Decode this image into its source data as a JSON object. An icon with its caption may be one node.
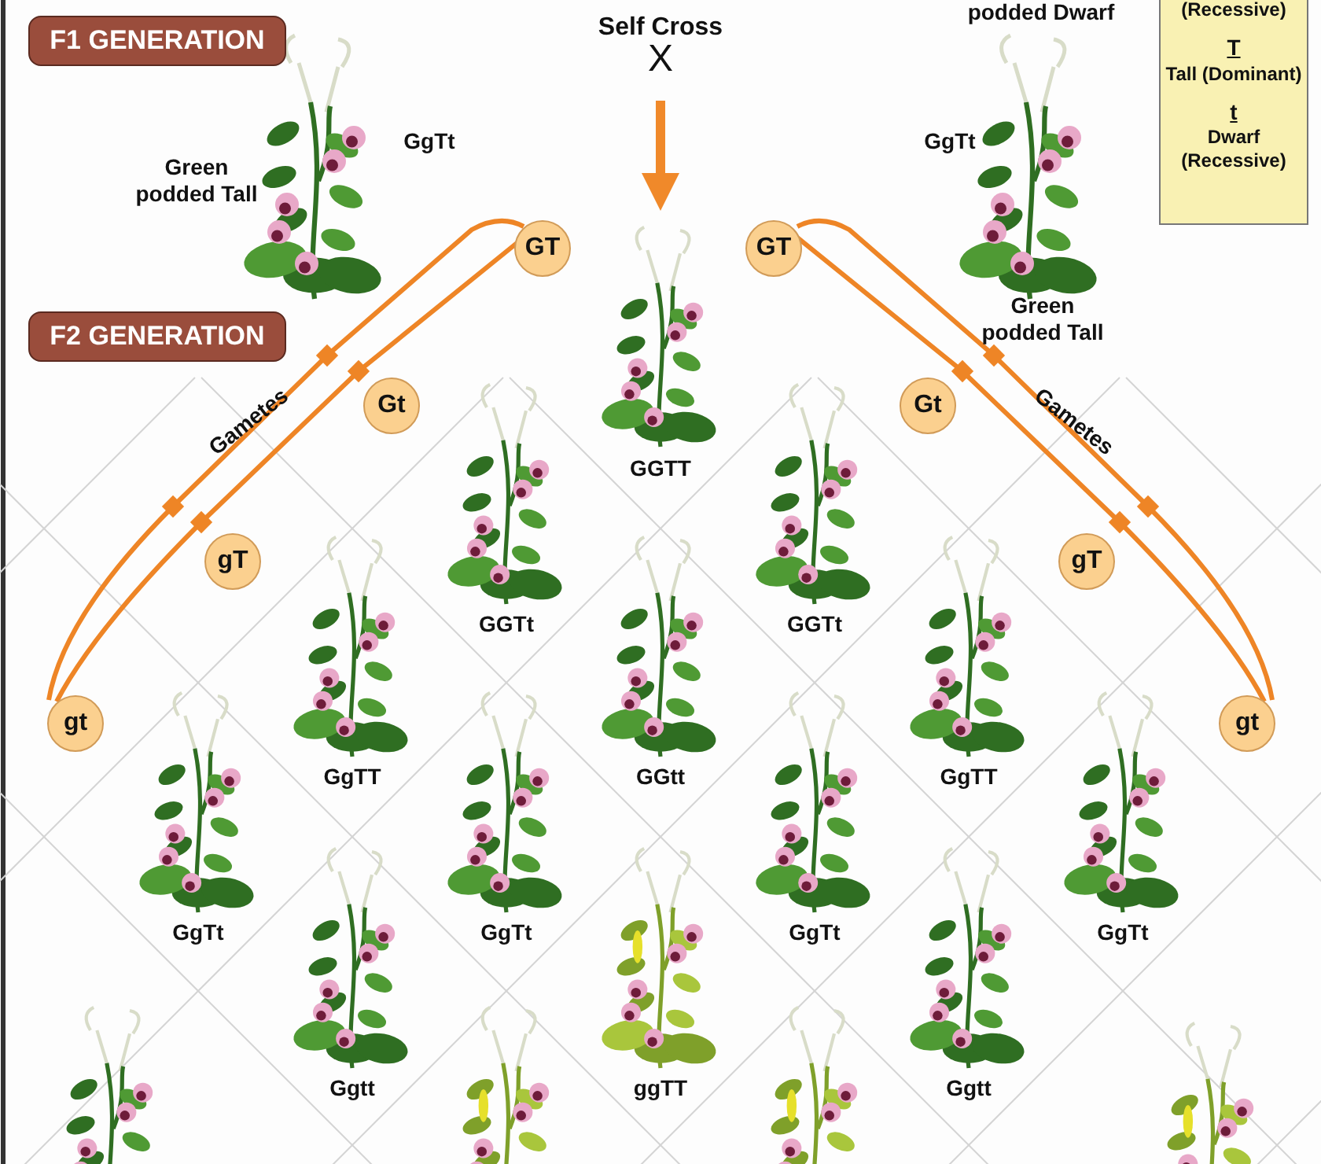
{
  "diagram": {
    "nodes": [
      {
        "text": [
          "F1 GENERATION"
        ]
      },
      {
        "text": [
          "Self Cross",
          "X"
        ]
      },
      {
        "text": [
          "(Recessive)",
          "T",
          "Tall (Dominant)",
          "t",
          "Dwarf (Recessive)"
        ]
      },
      {
        "text": [
          "GT"
        ]
      },
      {
        "text": [
          "GT"
        ]
      },
      {
        "text": [
          "F2 GENERATION"
        ]
      },
      {
        "text": [
          "Gt"
        ]
      },
      {
        "text": [
          "Gt"
        ]
      },
      {
        "text": [
          "gT"
        ]
      },
      {
        "text": [
          "gT"
        ]
      },
      {
        "text": [
          "gt"
        ]
      },
      {
        "text": [
          "gt"
        ]
      },
      {
        "text": [],
        "shape": "picture",
        "beside": [
          "GGTT"
        ]
      }
    ],
    "edges": [
      {
        "from": 1,
        "to": 12,
        "arrow": "to"
      }
    ],
    "labels": [
      "podded Dwarf",
      "GgTt",
      "GgTt",
      "Green podded Tall",
      "Green podded Tall",
      "Gametes",
      "Gametes",
      "GGTt",
      "GGTt",
      "GgTT",
      "GGtt",
      "GgTT",
      "GgTt",
      "GgTt",
      "GgTt",
      "GgTt",
      "Ggtt",
      "ggTT",
      "Ggtt"
    ]
  }
}
